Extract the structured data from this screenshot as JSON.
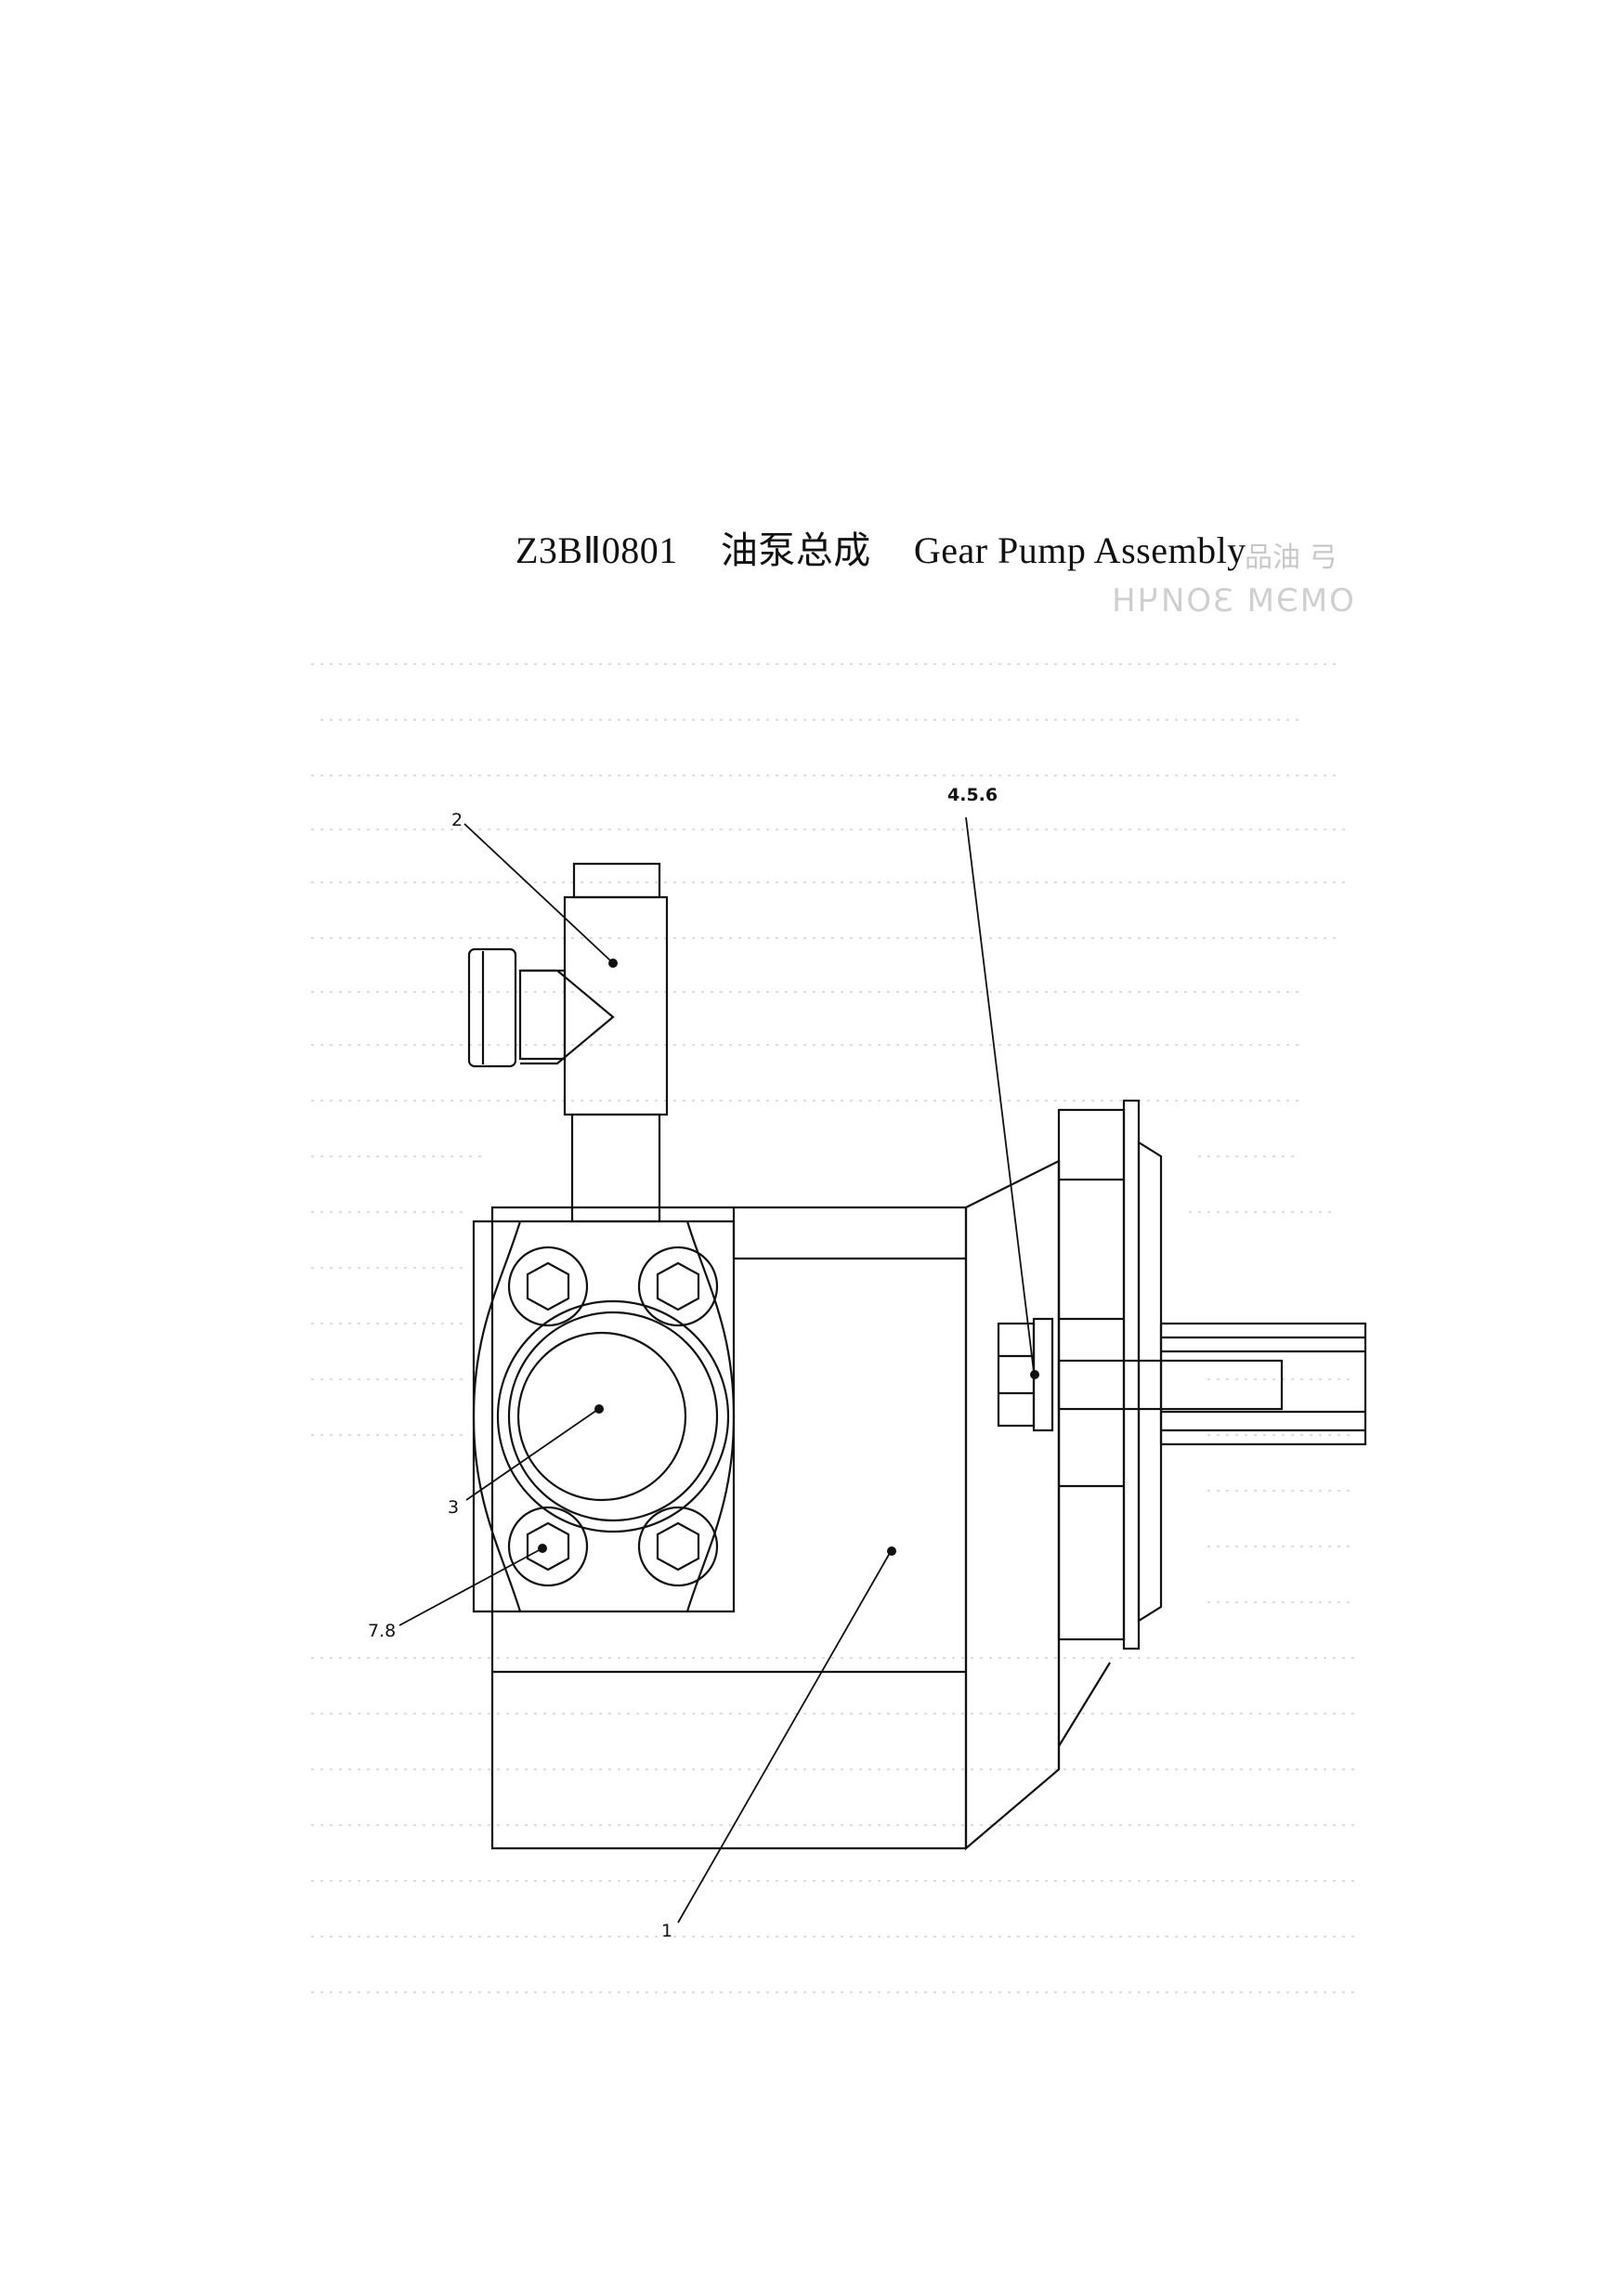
{
  "title": {
    "code": "Z3BⅡ0801",
    "chinese": "油泵总成",
    "english": "Gear Pump Assembly"
  },
  "background_text": {
    "faded_chinese": "品油 弓",
    "mirrored_text": "ОМЭМ ЗОИЧН"
  },
  "callouts": [
    {
      "id": "1",
      "label": "1"
    },
    {
      "id": "2",
      "label": "2"
    },
    {
      "id": "3",
      "label": "3"
    },
    {
      "id": "456",
      "label": "4.5.6"
    },
    {
      "id": "78",
      "label": "7.8"
    }
  ],
  "colors": {
    "line": "#111111",
    "faded": "#c8c8c8"
  }
}
